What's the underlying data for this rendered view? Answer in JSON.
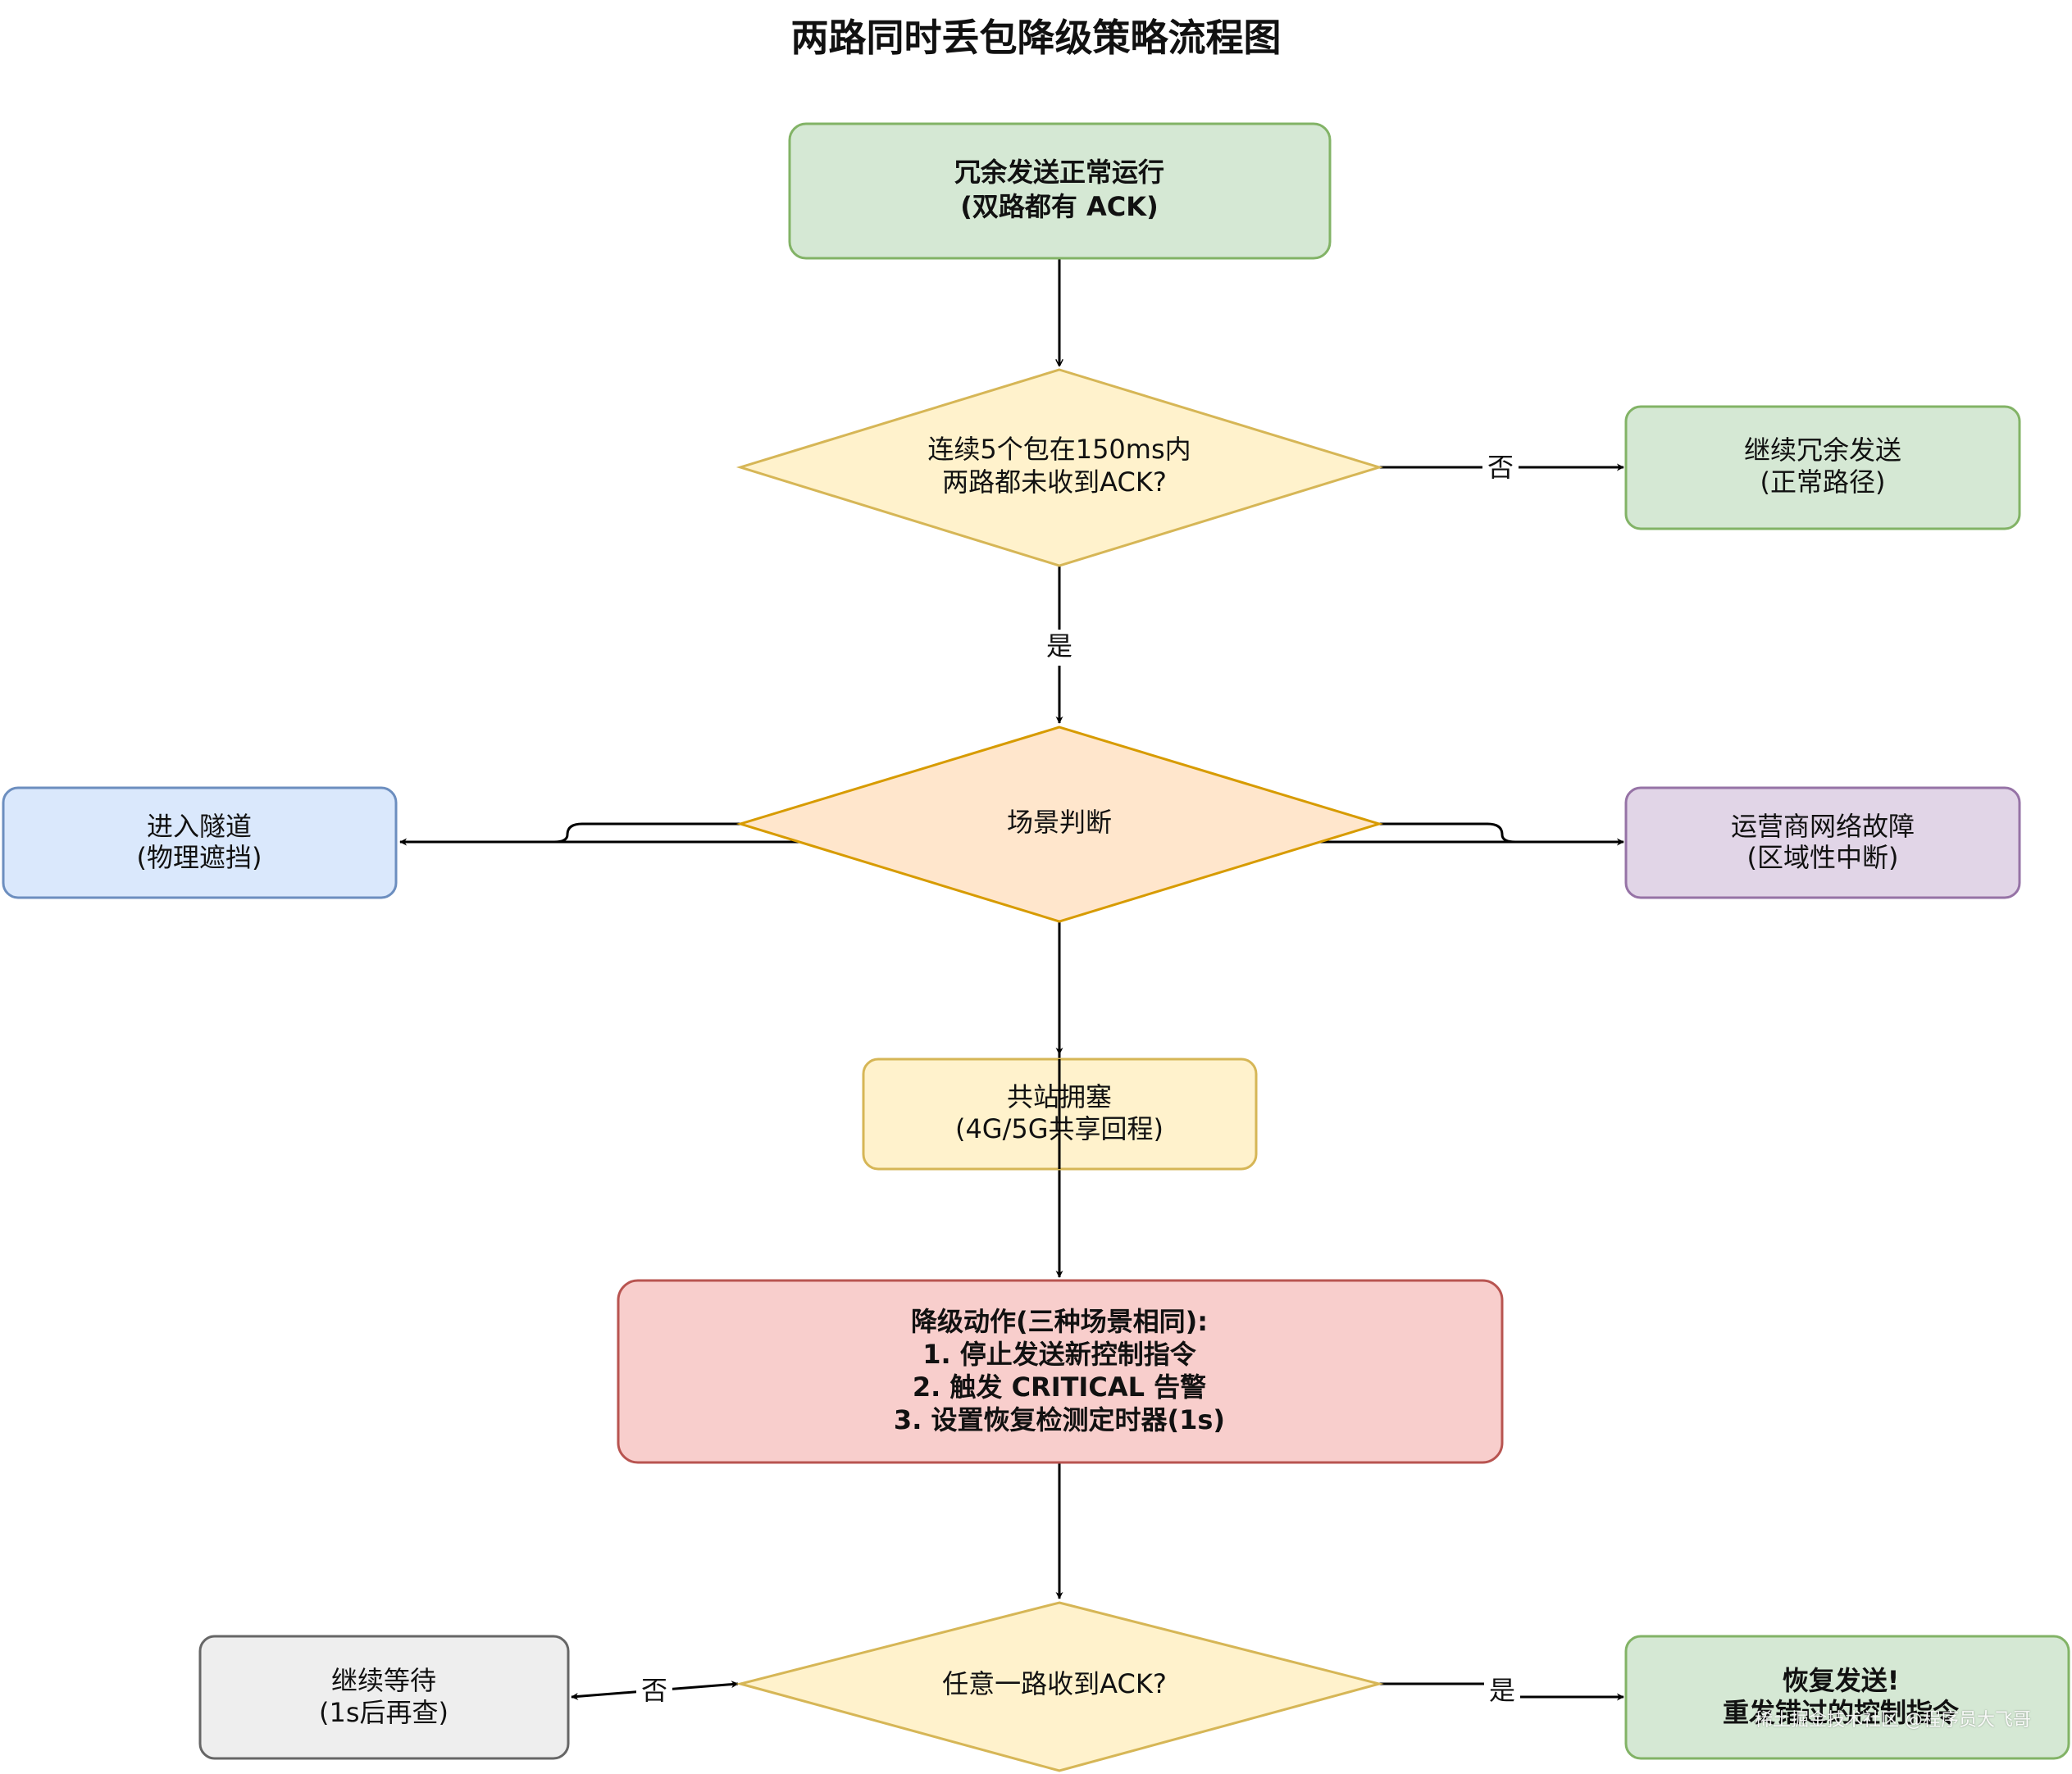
{
  "title": "两路同时丢包降级策略流程图",
  "nodes": {
    "start": {
      "lines": [
        "冗余发送正常运行",
        "(双路都有 ACK)"
      ]
    },
    "decision_loss": {
      "lines": [
        "连续5个包在150ms内",
        "两路都未收到ACK?"
      ]
    },
    "continue_redundant": {
      "lines": [
        "继续冗余发送",
        "(正常路径)"
      ]
    },
    "scene_judge": {
      "lines": [
        "场景判断"
      ]
    },
    "tunnel": {
      "lines": [
        "进入隧道",
        "(物理遮挡)"
      ]
    },
    "carrier_fault": {
      "lines": [
        "运营商网络故障",
        "(区域性中断)"
      ]
    },
    "cosite_congestion": {
      "lines": [
        "共站拥塞",
        "(4G/5G共享回程)"
      ]
    },
    "degrade_action": {
      "lines": [
        "降级动作(三种场景相同):",
        "1. 停止发送新控制指令",
        "2. 触发 CRITICAL 告警",
        "3. 设置恢复检测定时器(1s)"
      ]
    },
    "decision_ack": {
      "lines": [
        "任意一路收到ACK?"
      ]
    },
    "wait": {
      "lines": [
        "继续等待",
        "(1s后再查)"
      ]
    },
    "resume": {
      "lines": [
        "恢复发送!",
        "重发错过的控制指令"
      ]
    }
  },
  "edges": {
    "no_top": "否",
    "yes_mid": "是",
    "no_bottom": "否",
    "yes_bottom": "是"
  },
  "colors": {
    "green_fill": "#d5e8d4",
    "green_stroke": "#82b366",
    "yellow_fill": "#fff2cc",
    "yellow_stroke": "#d6b656",
    "orange_fill": "#ffe6cc",
    "orange_stroke": "#d79b00",
    "blue_fill": "#dae8fc",
    "blue_stroke": "#6c8ebf",
    "purple_fill": "#e1d5e7",
    "purple_stroke": "#9673a6",
    "red_fill": "#f8cecc",
    "red_stroke": "#b85450",
    "gray_fill": "#eeeeee",
    "gray_stroke": "#666666"
  },
  "watermark": "稀土掘金技术社区 @程序员大飞哥"
}
